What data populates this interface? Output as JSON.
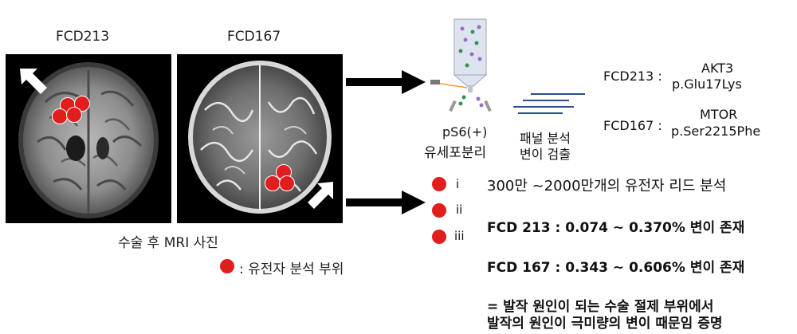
{
  "scans": {
    "left_label": "FCD213",
    "right_label": "FCD167",
    "caption": "수술 후 MRI 사진"
  },
  "legend": {
    "label": ": 유전자 분석 부위"
  },
  "process": {
    "isolation_label_1": "pS6(+)",
    "isolation_label_2": "유세포분리",
    "panel_label_1": "패널 분석",
    "panel_label_2": "변이 검출"
  },
  "results": [
    {
      "sample": "FCD213 :",
      "gene": "AKT3",
      "mutation": "p.Glu17Lys"
    },
    {
      "sample": "FCD167 :",
      "gene": "MTOR",
      "mutation": "p.Ser2215Phe"
    }
  ],
  "sites": [
    "i",
    "ii",
    "iii"
  ],
  "summary": {
    "reads": "300만 ~2000만개의 유전자 리드 분석",
    "fcd213": "FCD 213 : 0.074 ~ 0.370% 변이 존재",
    "fcd167": "FCD 167 : 0.343 ~ 0.606% 변이 존재",
    "conclusion_1": "= 발작 원인이 되는 수술 절제 부위에서",
    "conclusion_2": "발작의 원인이 극미량의 변이 때문임 증명"
  }
}
